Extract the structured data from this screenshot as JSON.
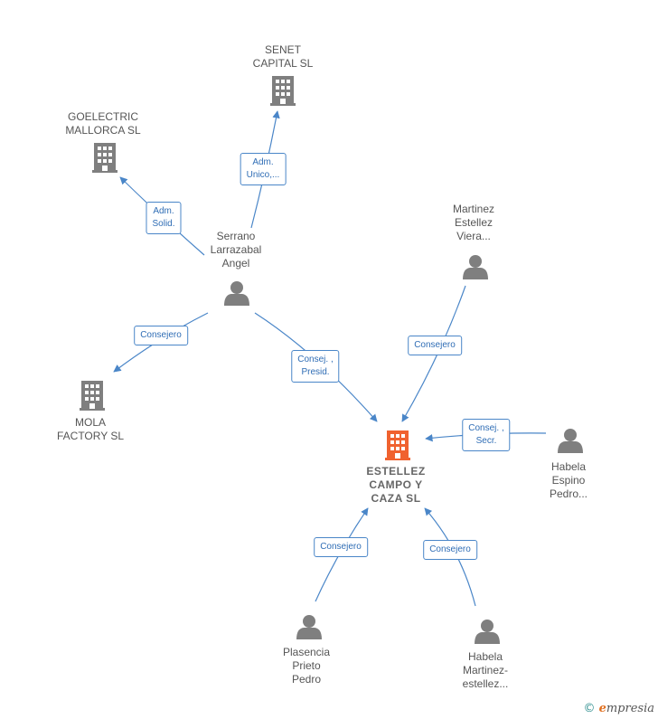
{
  "colors": {
    "edge": "#4a86c8",
    "icon_gray": "#7f7f7f",
    "icon_main": "#f0622f",
    "label_text": "#555555",
    "edge_label_text": "#2f6db5"
  },
  "nodes": {
    "senet": {
      "label_lines": [
        "SENET",
        "CAPITAL SL"
      ],
      "icon": "building-icon"
    },
    "goelectric": {
      "label_lines": [
        "GOELECTRIC",
        "MALLORCA  SL"
      ],
      "icon": "building-icon"
    },
    "serrano": {
      "label_lines": [
        "Serrano",
        "Larrazabal",
        "Angel"
      ],
      "icon": "person-icon"
    },
    "martinez": {
      "label_lines": [
        "Martinez",
        "Estellez",
        "Viera..."
      ],
      "icon": "person-icon"
    },
    "mola": {
      "label_lines": [
        "MOLA",
        "FACTORY SL"
      ],
      "icon": "building-icon"
    },
    "estellez": {
      "label_lines": [
        "ESTELLEZ",
        "CAMPO Y",
        "CAZA  SL"
      ],
      "icon": "building-icon"
    },
    "habela_espino": {
      "label_lines": [
        "Habela",
        "Espino",
        "Pedro..."
      ],
      "icon": "person-icon"
    },
    "plasencia": {
      "label_lines": [
        "Plasencia",
        "Prieto",
        "Pedro"
      ],
      "icon": "person-icon"
    },
    "habela_martinez": {
      "label_lines": [
        "Habela",
        "Martinez-",
        "estellez..."
      ],
      "icon": "person-icon"
    }
  },
  "edges": {
    "serrano_senet": {
      "label_lines": [
        "Adm.",
        "Unico,..."
      ]
    },
    "serrano_goelectric": {
      "label_lines": [
        "Adm.",
        "Solid."
      ]
    },
    "serrano_mola": {
      "label_lines": [
        "Consejero"
      ]
    },
    "serrano_estellez": {
      "label_lines": [
        "Consej. ,",
        "Presid."
      ]
    },
    "martinez_estellez": {
      "label_lines": [
        "Consejero"
      ]
    },
    "habela_espino_estellez": {
      "label_lines": [
        "Consej. ,",
        "Secr."
      ]
    },
    "plasencia_estellez": {
      "label_lines": [
        "Consejero"
      ]
    },
    "habela_martinez_estellez": {
      "label_lines": [
        "Consejero"
      ]
    }
  },
  "brand": {
    "copyright": "©",
    "initial": "e",
    "name": "mpresia"
  }
}
